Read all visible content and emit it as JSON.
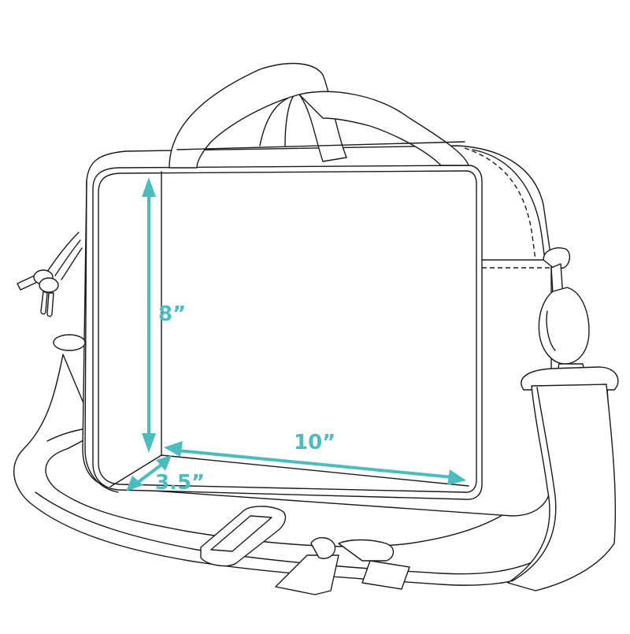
{
  "figure": {
    "subject": "Messenger bag line drawing with shoulder strap",
    "accent_color": "#4bbdc1",
    "line_color": "#1a1a1a",
    "background": "#ffffff"
  },
  "dimensions": {
    "height": {
      "label": "8”",
      "axis": "vertical"
    },
    "width": {
      "label": "10”",
      "axis": "horizontal"
    },
    "depth": {
      "label": "3.5”",
      "axis": "diagonal"
    }
  },
  "parts": [
    "top-handles",
    "bag-body",
    "front-panel",
    "side-zipper-pulls",
    "swivel-clip",
    "shoulder-strap",
    "strap-buckle",
    "strap-adjuster"
  ]
}
